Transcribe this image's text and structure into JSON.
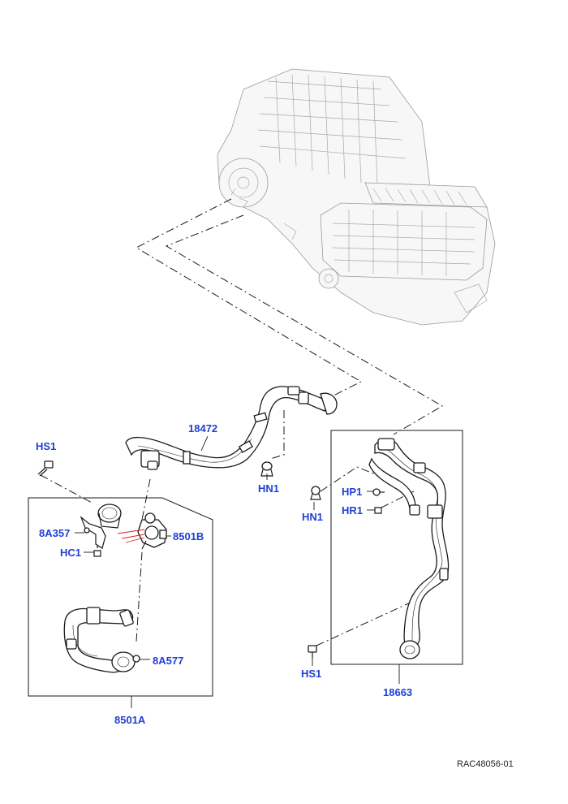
{
  "callouts": {
    "hs1_left": "HS1",
    "c18472": "18472",
    "hn1_mid": "HN1",
    "c8a357": "8A357",
    "c8501b": "8501B",
    "hc1": "HC1",
    "c8a577": "8A577",
    "c8501a": "8501A",
    "hp1": "HP1",
    "hn1_right": "HN1",
    "hr1": "HR1",
    "hs1_right": "HS1",
    "c18663": "18663"
  },
  "reference_code": "RAC48056-01",
  "colors": {
    "callout": "#1f3fd6",
    "line": "#1a1a1a",
    "red_leader": "#e02020"
  }
}
